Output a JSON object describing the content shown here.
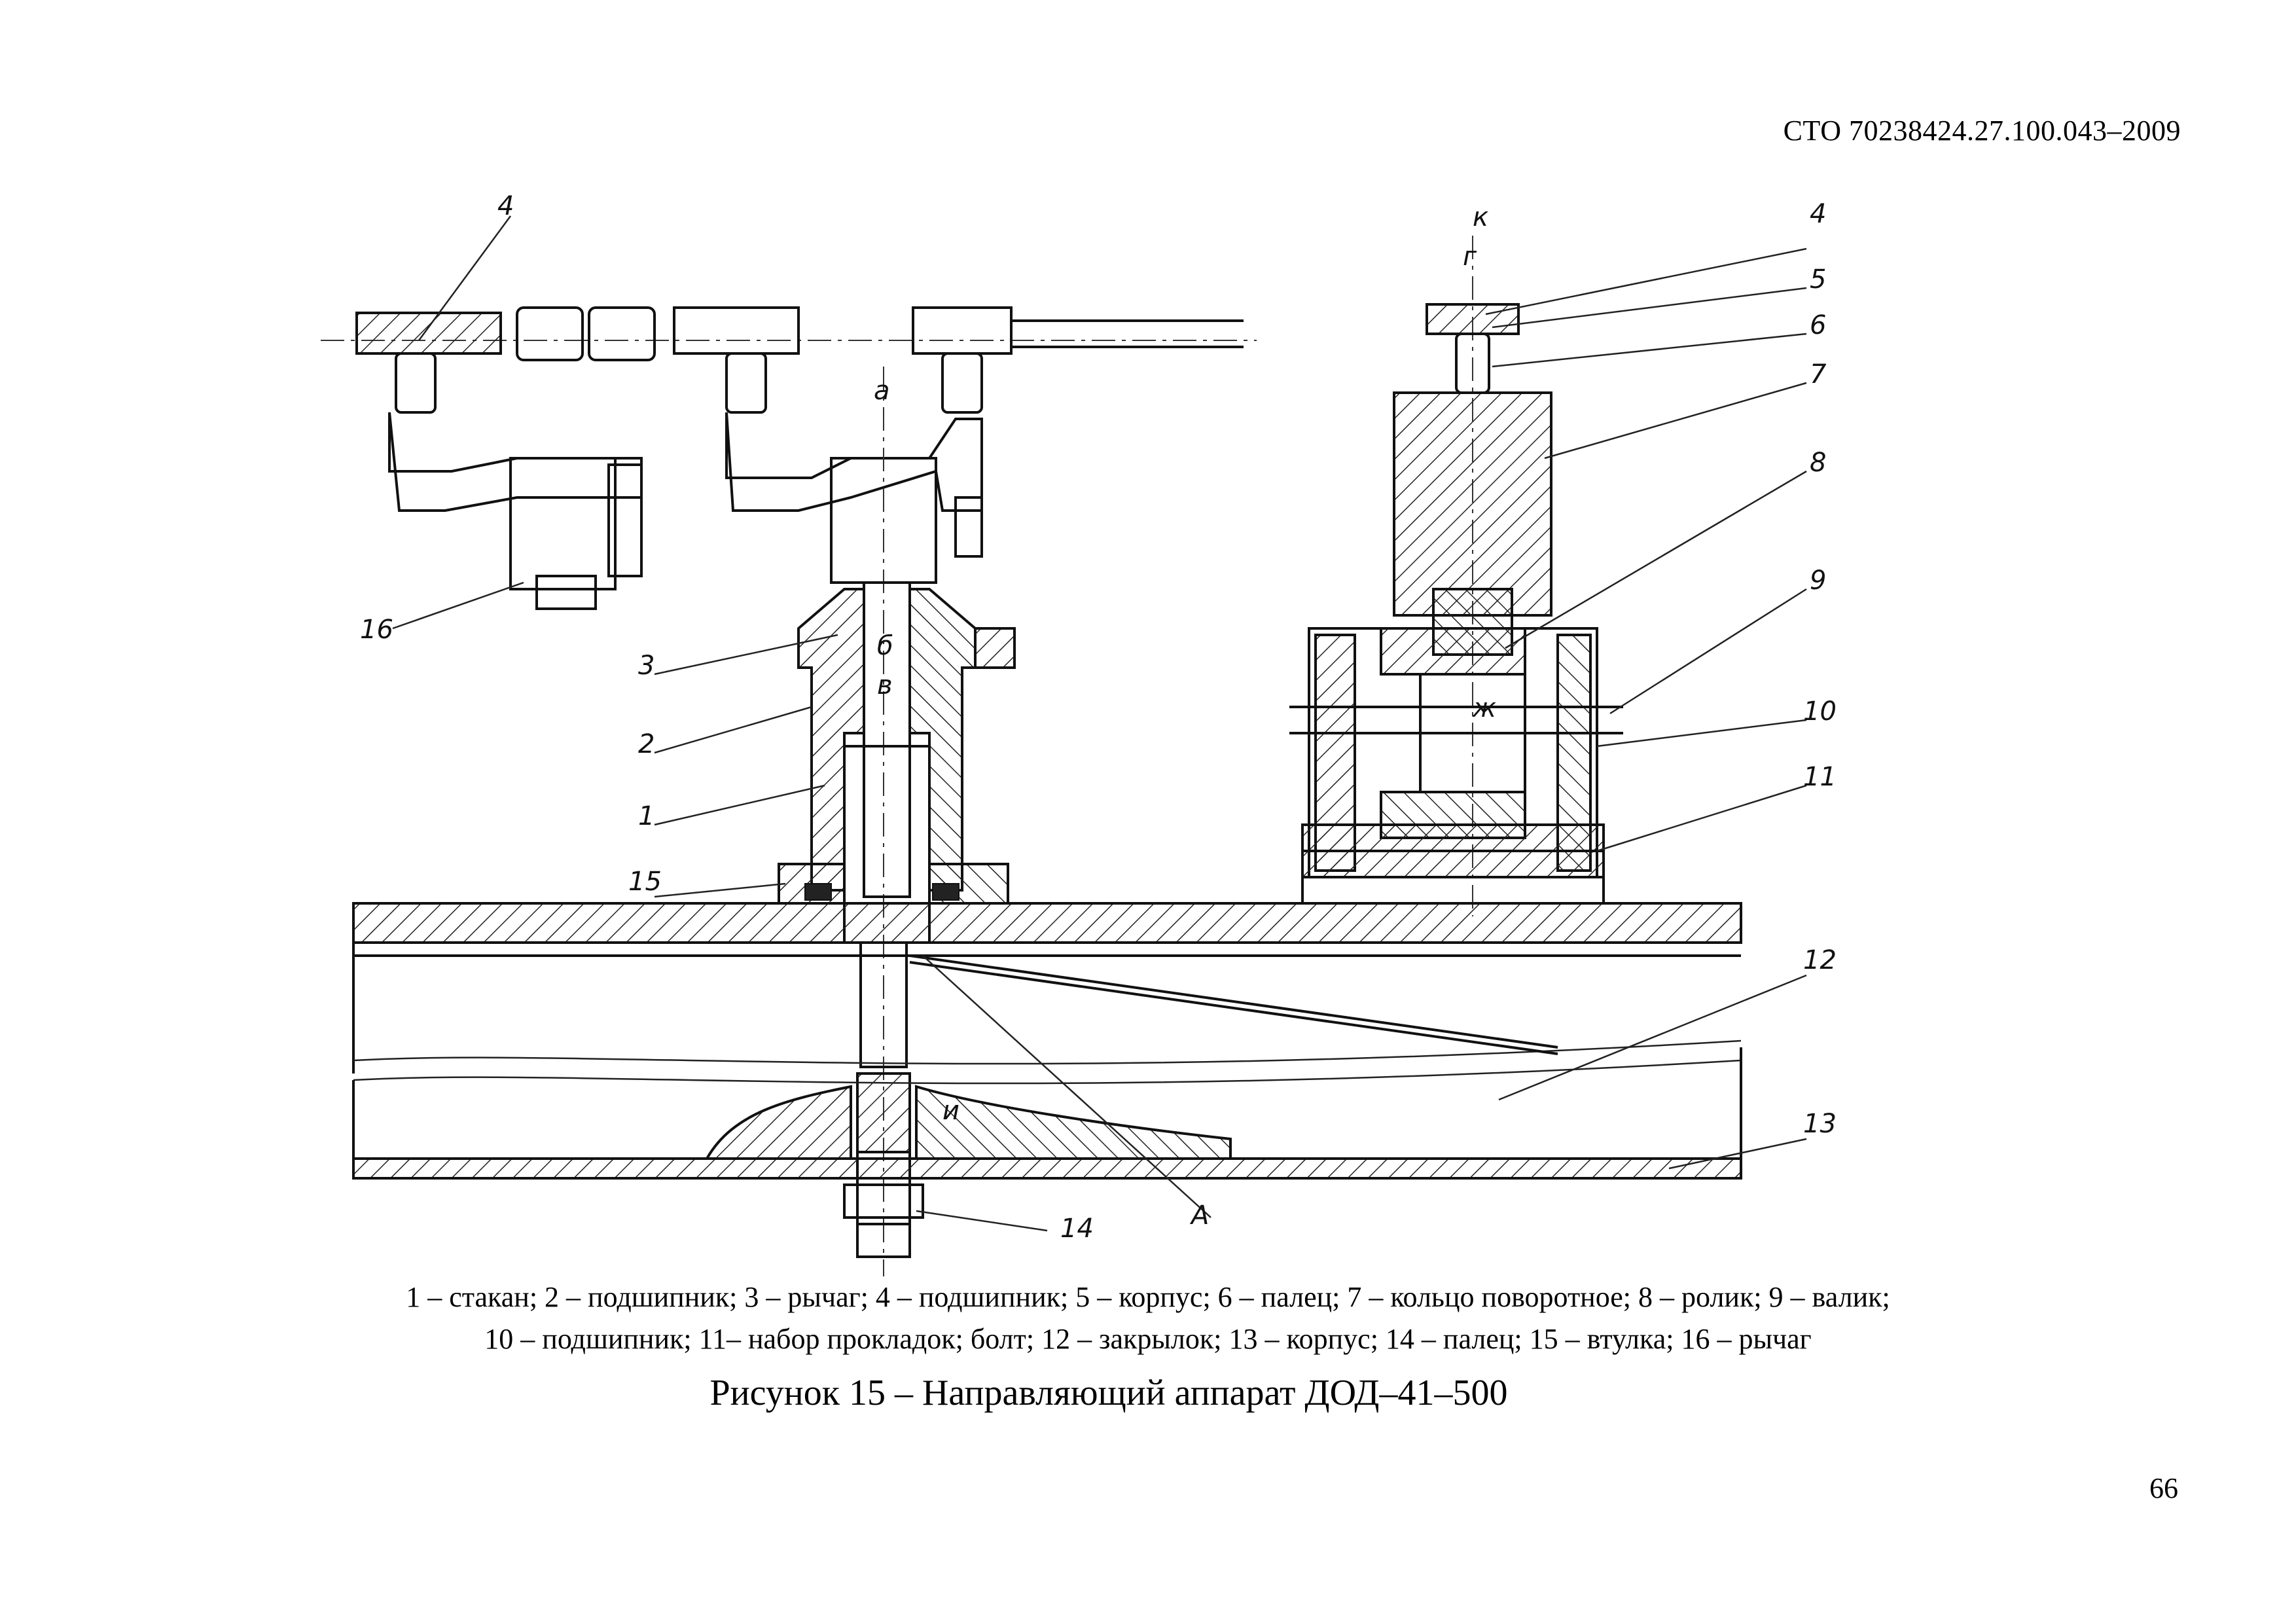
{
  "header": {
    "doc_code": "СТО 70238424.27.100.043–2009"
  },
  "figure": {
    "callouts": [
      "1",
      "2",
      "3",
      "4",
      "5",
      "6",
      "7",
      "8",
      "9",
      "10",
      "11",
      "12",
      "13",
      "14",
      "15",
      "16",
      "А"
    ],
    "dimension_marks": [
      "а",
      "б",
      "в",
      "г",
      "к",
      "ж",
      "и"
    ],
    "legend_line_1": "1 – стакан; 2 – подшипник; 3 – рычаг; 4 – подшипник; 5 – корпус; 6 – палец; 7 – кольцо поворотное; 8 – ролик; 9 – валик;",
    "legend_line_2": "10 – подшипник; 11– набор прокладок;  болт; 12 – закрылок;  13 – корпус; 14 – палец; 15 –  втулка; 16 – рычаг",
    "title": "Рисунок 15  – Направляющий аппарат ДОД–41–500"
  },
  "footer": {
    "page_number": "66"
  }
}
